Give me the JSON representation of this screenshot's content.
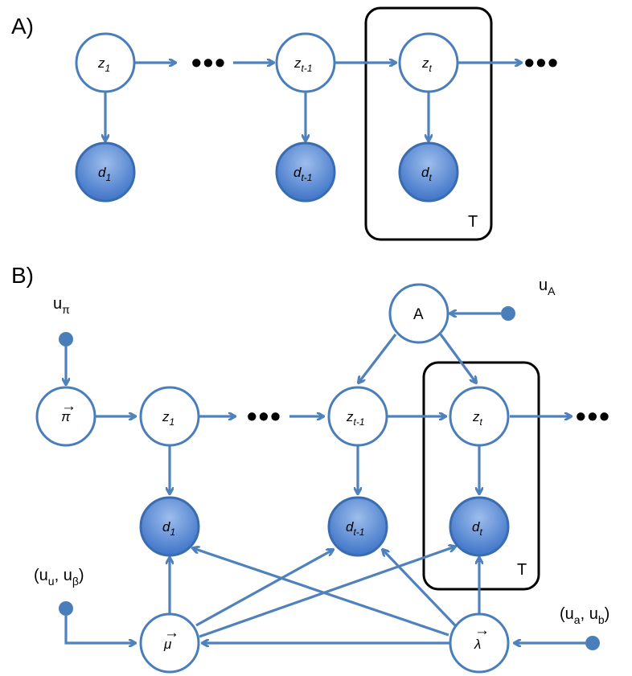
{
  "panels": {
    "a": "A)",
    "b": "B)"
  },
  "plate_label": "T",
  "ellipsis": "•••",
  "nodes_a": {
    "z1": {
      "base": "z",
      "sub": "1"
    },
    "zt1": {
      "base": "z",
      "sub": "t-1"
    },
    "zt": {
      "base": "z",
      "sub": "t"
    },
    "d1": {
      "base": "d",
      "sub": "1"
    },
    "dt1": {
      "base": "d",
      "sub": "t-1"
    },
    "dt": {
      "base": "d",
      "sub": "t"
    }
  },
  "nodes_b": {
    "A": "A",
    "pi": "π",
    "mu": "μ",
    "lambda": "λ",
    "vec_mark": "→",
    "z1": {
      "base": "z",
      "sub": "1"
    },
    "zt1": {
      "base": "z",
      "sub": "t-1"
    },
    "zt": {
      "base": "z",
      "sub": "t"
    },
    "d1": {
      "base": "d",
      "sub": "1"
    },
    "dt1": {
      "base": "d",
      "sub": "t-1"
    },
    "dt": {
      "base": "d",
      "sub": "t"
    }
  },
  "hyperparams": {
    "u_pi": {
      "base": "u",
      "sub": "π"
    },
    "u_A": {
      "base": "u",
      "sub": "A"
    },
    "u_mu": {
      "open": "(u",
      "sub1": "u",
      "mid": ", u",
      "sub2": "β",
      "close": ")"
    },
    "u_lambda": {
      "open": "(u",
      "sub1": "a",
      "mid": ", u",
      "sub2": "b",
      "close": ")"
    }
  },
  "colors": {
    "edge": "#4f81bd",
    "node_stroke": "#4a7ebb",
    "observed_fill_top": "#8fb3e8",
    "observed_fill_bottom": "#3f74c8",
    "plate": "#000000"
  }
}
